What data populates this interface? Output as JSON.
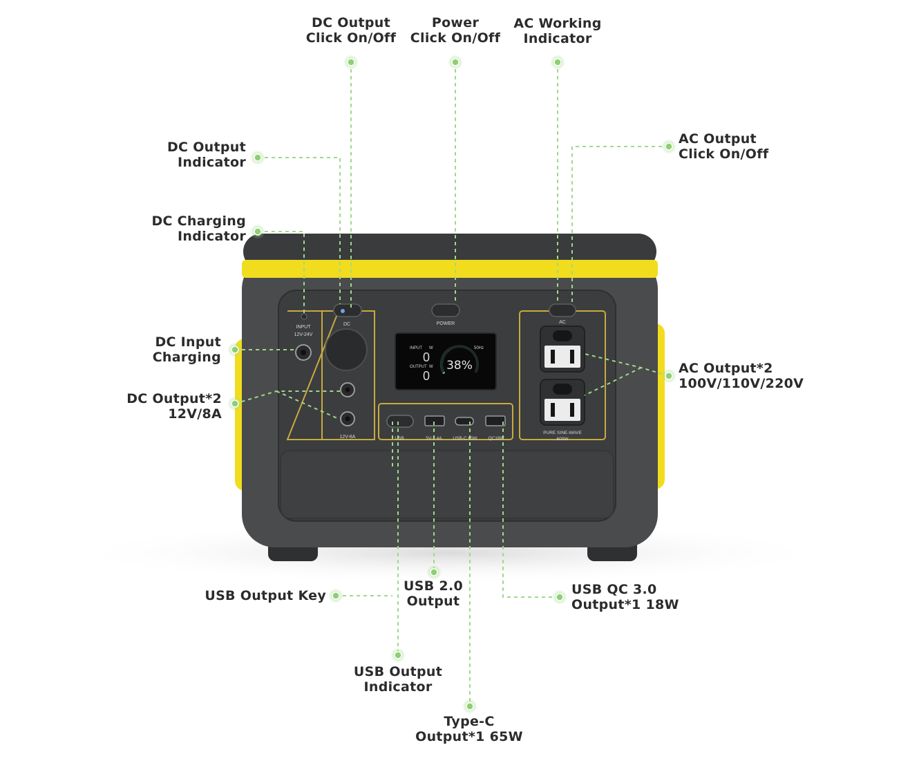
{
  "colors": {
    "accent_yellow": "#f2dc1e",
    "body_dark": "#4a4b4d",
    "panel_dark": "#3c3d3f",
    "callout_green": "#8fcf74",
    "panel_outline": "#c9ab3d",
    "text": "#2b2b2b"
  },
  "callouts": {
    "dc_output_click": [
      "DC Output",
      "Click On/Off"
    ],
    "power_click": [
      "Power",
      "Click On/Off"
    ],
    "ac_working_indicator": [
      "AC Working",
      "Indicator"
    ],
    "dc_output_indicator": [
      "DC Output",
      "Indicator"
    ],
    "ac_output_click": [
      "AC Output",
      "Click On/Off"
    ],
    "dc_charging_indicator": [
      "DC Charging",
      "Indicator"
    ],
    "dc_input_charging": [
      "DC Input",
      "Charging"
    ],
    "ac_output_x2": [
      "AC Output*2",
      "100V/110V/220V"
    ],
    "dc_output_x2": [
      "DC Output*2",
      "12V/8A"
    ],
    "usb_output_key": [
      "USB Output Key"
    ],
    "usb20_output": [
      "USB 2.0",
      "Output"
    ],
    "usb_qc30": [
      "USB QC 3.0",
      "Output*1 18W"
    ],
    "usb_output_indicator": [
      "USB Output",
      "Indicator"
    ],
    "typec_output": [
      "Type-C",
      "Output*1 65W"
    ]
  },
  "panel_text": {
    "input_label": "INPUT",
    "input_voltage": "12V-24V",
    "dc_label": "DC",
    "power_label": "POWER",
    "ac_label": "AC",
    "dc_rating": "12V-8A",
    "usb_label": "USB",
    "usb_a_rating": "5V-2.4A",
    "usbc_rating": "USB-C 65W",
    "qc_rating": "QC18W",
    "sine_wave": "PURE SINE-WAVE",
    "ac_power": "600W",
    "lcd_input": "INPUT",
    "lcd_output": "OUTPUT",
    "lcd_unit": "W",
    "lcd_input_value": "0",
    "lcd_output_value": "0",
    "lcd_freq": "50Hz",
    "battery_percent": "38%"
  },
  "battery_level": 0.38
}
